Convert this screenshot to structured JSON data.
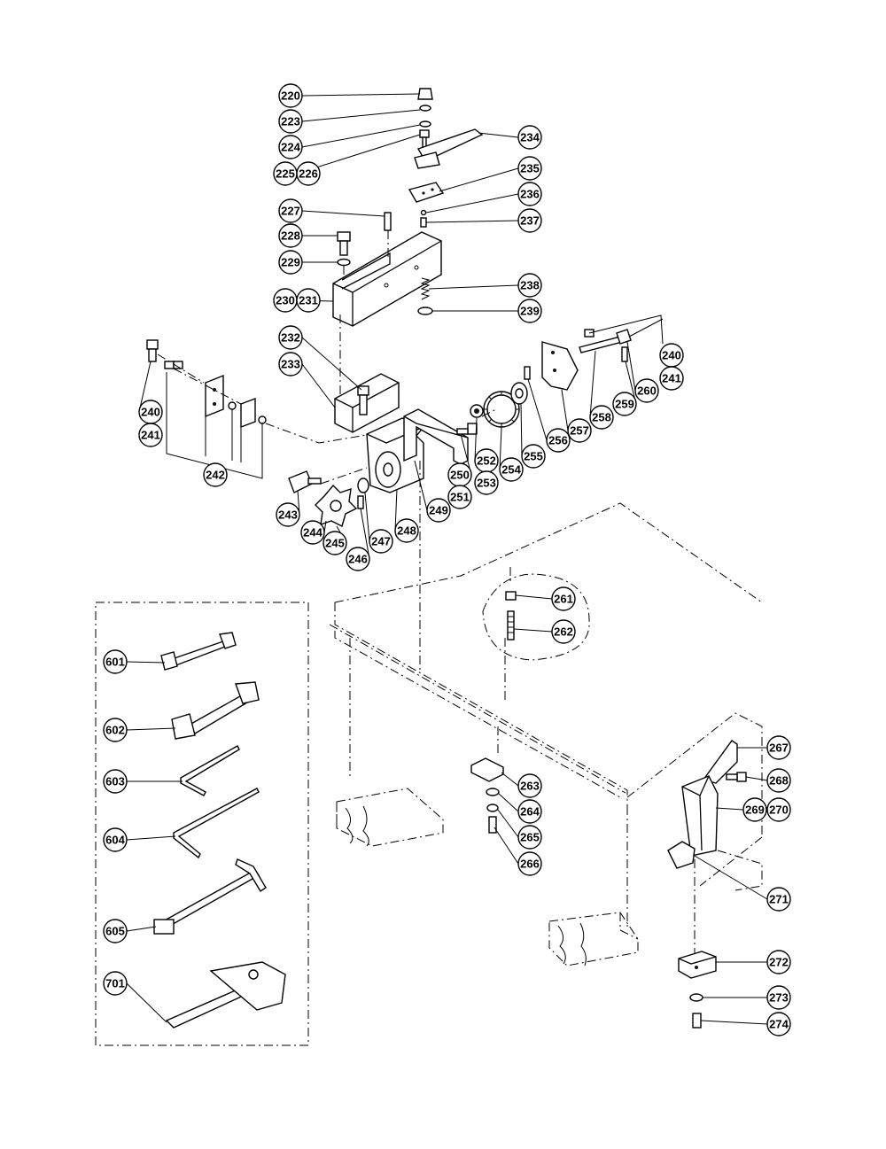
{
  "callouts": {
    "c220": "220",
    "c223": "223",
    "c224": "224",
    "c225": "225",
    "c226": "226",
    "c227": "227",
    "c228": "228",
    "c229": "229",
    "c230": "230",
    "c231": "231",
    "c232": "232",
    "c233": "233",
    "c234": "234",
    "c235": "235",
    "c236": "236",
    "c237": "237",
    "c238": "238",
    "c239": "239",
    "c240a": "240",
    "c241a": "241",
    "c240b": "240",
    "c241b": "241",
    "c242": "242",
    "c243": "243",
    "c244": "244",
    "c245": "245",
    "c246": "246",
    "c247": "247",
    "c248": "248",
    "c249": "249",
    "c250": "250",
    "c251": "251",
    "c252": "252",
    "c253": "253",
    "c254": "254",
    "c255": "255",
    "c256": "256",
    "c257": "257",
    "c258": "258",
    "c259": "259",
    "c260": "260",
    "c261": "261",
    "c262": "262",
    "c263": "263",
    "c264": "264",
    "c265": "265",
    "c266": "266",
    "c267": "267",
    "c268": "268",
    "c269": "269",
    "c270": "270",
    "c271": "271",
    "c272": "272",
    "c273": "273",
    "c274": "274",
    "c601": "601",
    "c602": "602",
    "c603": "603",
    "c604": "604",
    "c605": "605",
    "c701": "701"
  }
}
